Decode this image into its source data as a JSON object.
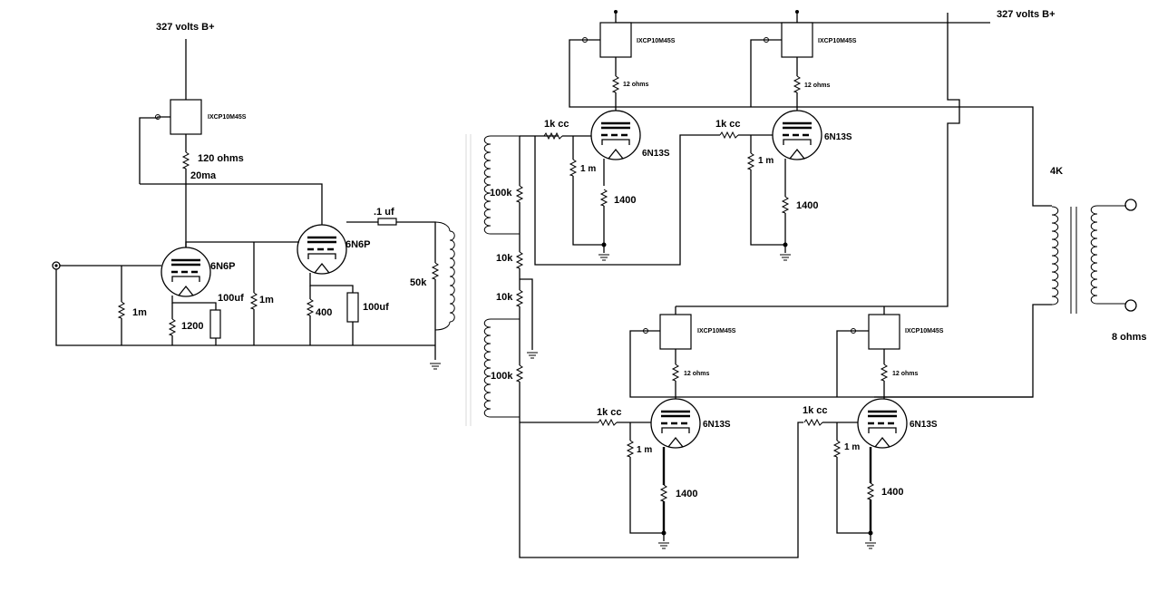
{
  "labels": {
    "b_plus_left": "327 volts B+",
    "b_plus_right": "327 volts B+",
    "reg_part": "IXCP10M45S",
    "r_120": "120 ohms",
    "current_20ma": "20ma",
    "tube_6n6p": "6N6P",
    "cap_01uf": ".1 uf",
    "r_1m": "1m",
    "r_1200": "1200",
    "cap_100uf": "100uf",
    "r_400": "400",
    "r_50k": "50k",
    "r_100k": "100k",
    "r_10k": "10k",
    "r_1kcc": "1k cc",
    "r_12ohms": "12 ohms",
    "tube_6n13s": "6N13S",
    "r_1m_spaced": "1 m",
    "r_1400": "1400",
    "transformer_4k": "4K",
    "out_8ohms": "8 ohms"
  }
}
